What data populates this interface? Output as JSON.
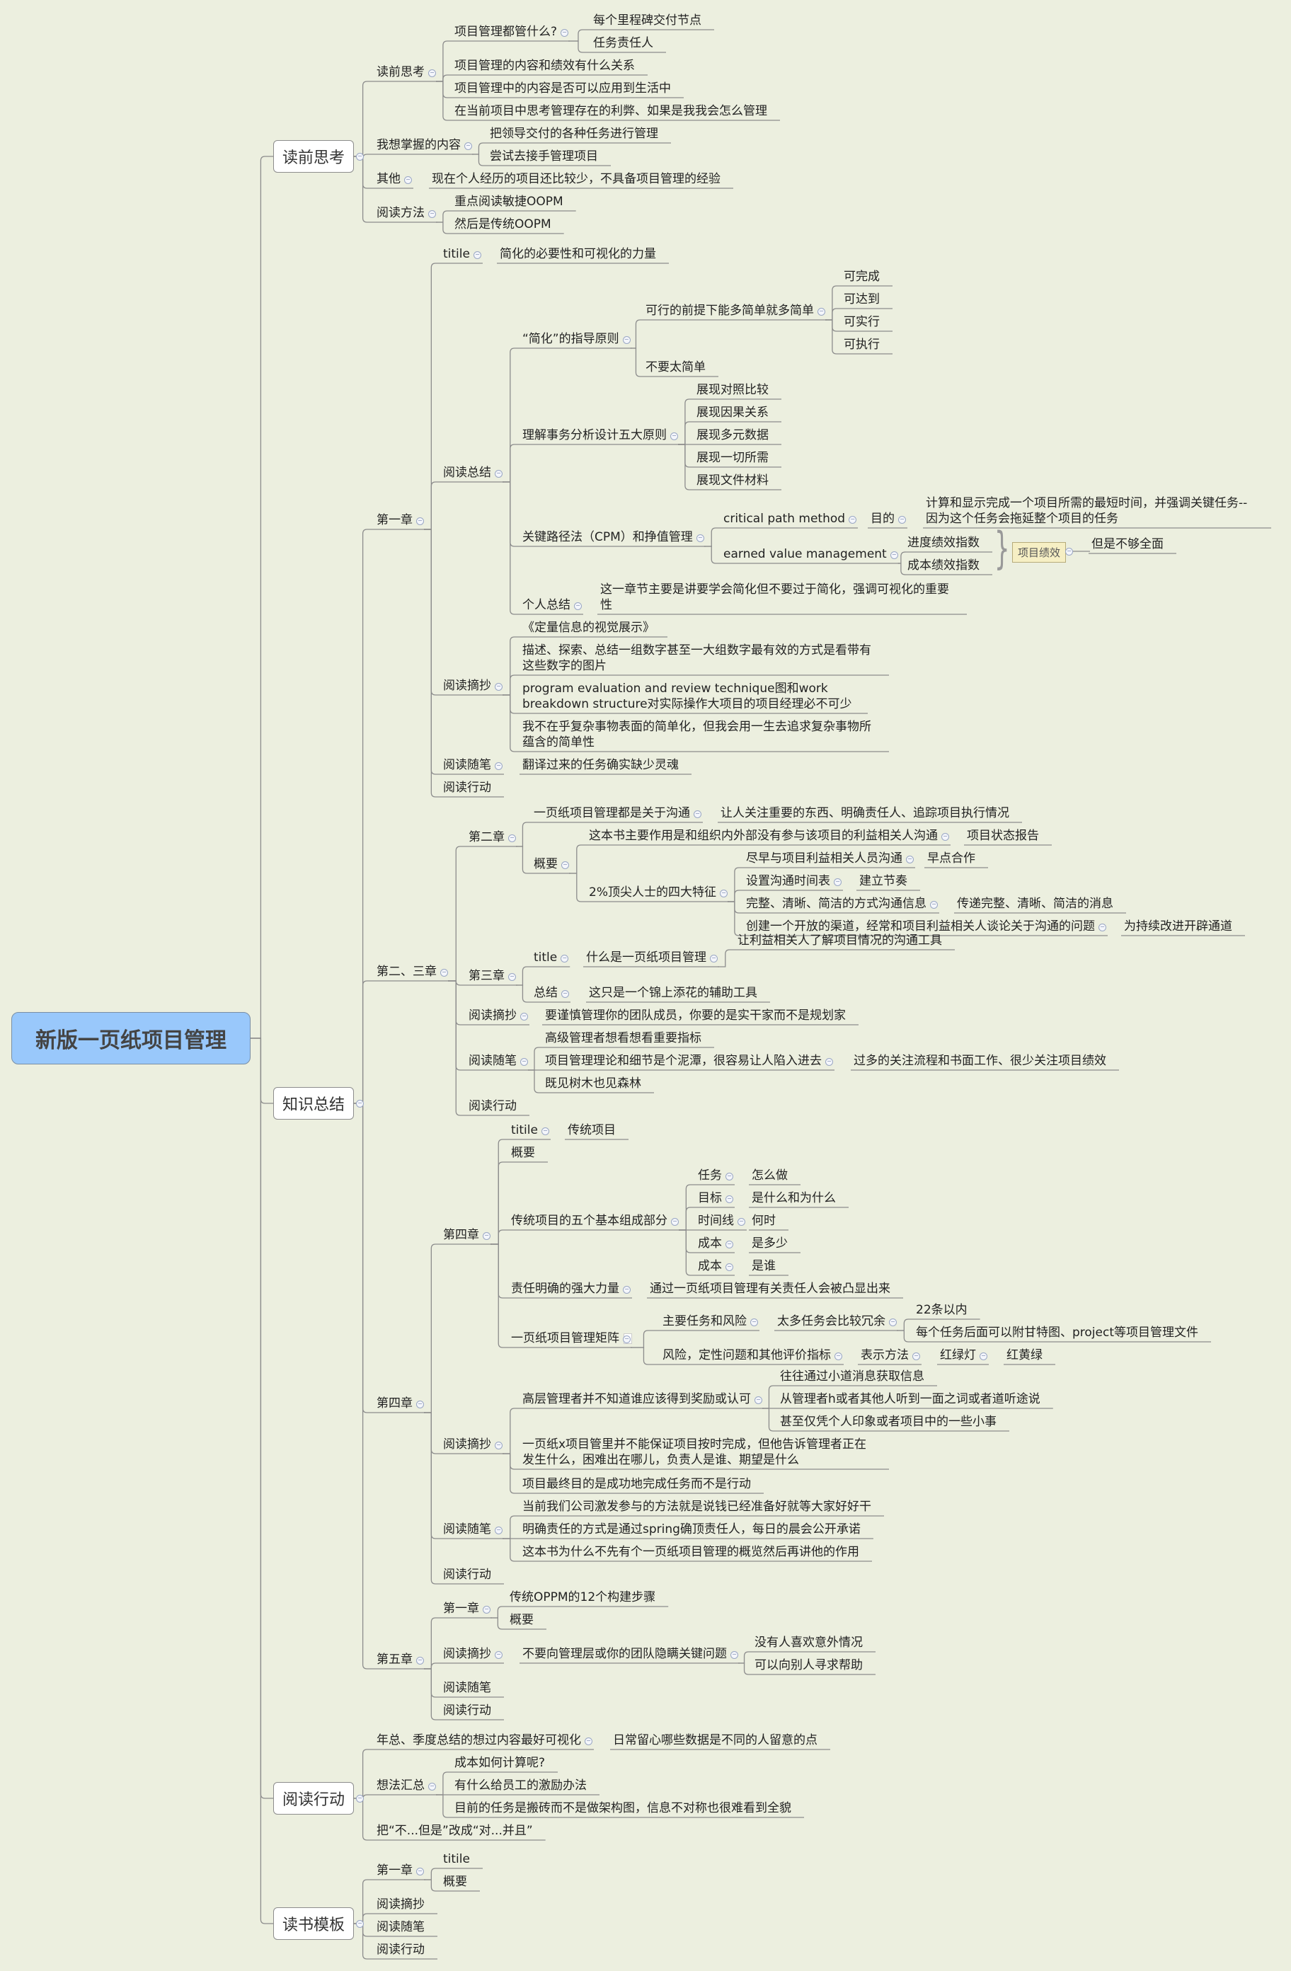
{
  "root": {
    "label": "新版一页纸项目管理"
  },
  "colors": {
    "background": "#ecefdf",
    "root_fill": "#99c8fb",
    "tag_fill": "#f6efc4",
    "line": "#8c8c8c"
  },
  "branches": {
    "pre_reading": {
      "label": "读前思考",
      "items": {
        "thinking": {
          "label": "读前思考",
          "q1": "项目管理都管什么?",
          "q1_a": "每个里程碑交付节点",
          "q1_b": "任务责任人",
          "q2": "项目管理的内容和绩效有什么关系",
          "q3": "项目管理中的内容是否可以应用到生活中",
          "q4": "在当前项目中思考管理存在的利弊、如果是我我会怎么管理"
        },
        "want": {
          "label": "我想掌握的内容",
          "a": "把领导交付的各种任务进行管理",
          "b": "尝试去接手管理项目"
        },
        "other": {
          "label": "其他",
          "a": "现在个人经历的项目还比较少，不具备项目管理的经验"
        },
        "method": {
          "label": "阅读方法",
          "a": "重点阅读敏捷OOPM",
          "b": "然后是传统OOPM"
        }
      }
    },
    "knowledge": {
      "label": "知识总结",
      "ch1": {
        "label": "第一章",
        "title_key": "titile",
        "title_val": "简化的必要性和可视化的力量",
        "summary": {
          "label": "阅读总结",
          "simplify": {
            "label": "“简化”的指导原则",
            "feasible": "可行的前提下能多简单就多简单",
            "feasible_items": [
              "可完成",
              "可达到",
              "可实行",
              "可执行"
            ],
            "not_too": "不要太简单"
          },
          "five": {
            "label": "理解事务分析设计五大原则",
            "items": [
              "展现对照比较",
              "展现因果关系",
              "展现多元数据",
              "展现一切所需",
              "展现文件材料"
            ]
          },
          "cpm": {
            "label": "关键路径法（CPM）和挣值管理",
            "critical": "critical path method",
            "purpose": "目的",
            "purpose_text": "计算和显示完成一个项目所需的最短时间，并强调关键任务--因为这个任务会拖延整个项目的任务",
            "earned": "earned value management",
            "indices": [
              "进度绩效指数",
              "成本绩效指数"
            ],
            "tag": "项目绩效",
            "tag_note": "但是不够全面"
          },
          "personal": {
            "label": "个人总结",
            "text": "这一章节主要是讲要学会简化但不要过于简化，强调可视化的重要性"
          }
        },
        "excerpt": {
          "label": "阅读摘抄",
          "items": [
            "《定量信息的视觉展示》",
            "描述、探索、总结一组数字甚至一大组数字最有效的方式是看带有这些数字的图片",
            "program evaluation and review technique图和work breakdown structure对实际操作大项目的项目经理必不可少",
            "我不在乎复杂事物表面的简单化，但我会用一生去追求复杂事物所蕴含的简单性"
          ]
        },
        "notes": {
          "label": "阅读随笔",
          "text": "翻译过来的任务确实缺少灵魂"
        },
        "action": {
          "label": "阅读行动"
        }
      },
      "ch23": {
        "label": "第二、三章",
        "ch2": {
          "label": "第二章",
          "comm": "一页纸项目管理都是关于沟通",
          "comm_val": "让人关注重要的东西、明确责任人、追踪项目执行情况",
          "overview": {
            "label": "概要",
            "purpose": "这本书主要作用是和组织内外部没有参与该项目的利益相关人沟通",
            "purpose_val": "项目状态报告",
            "traits": {
              "label": "2%顶尖人士的四大特征",
              "items": [
                {
                  "k": "尽早与项目利益相关人员沟通",
                  "v": "早点合作"
                },
                {
                  "k": "设置沟通时间表",
                  "v": "建立节奏"
                },
                {
                  "k": "完整、清晰、简洁的方式沟通信息",
                  "v": "传递完整、清晰、简洁的消息"
                },
                {
                  "k": "创建一个开放的渠道，经常和项目利益相关人谈论关于沟通的问题",
                  "v": "为持续改进开辟通道"
                }
              ]
            }
          }
        },
        "ch3": {
          "label": "第三章",
          "title_key": "title",
          "title_val": "什么是一页纸项目管理",
          "title_sub": "让利益相关人了解项目情况的沟通工具",
          "sum_key": "总结",
          "sum_val": "这只是一个锦上添花的辅助工具"
        },
        "excerpt": {
          "label": "阅读摘抄",
          "text": "要谨慎管理你的团队成员，你要的是实干家而不是规划家"
        },
        "notes": {
          "label": "阅读随笔",
          "a": "高级管理者想看想看重要指标",
          "b": "项目管理理论和细节是个泥潭，很容易让人陷入进去",
          "b_val": "过多的关注流程和书面工作、很少关注项目绩效",
          "c": "既见树木也见森林"
        },
        "action": {
          "label": "阅读行动"
        }
      },
      "ch4": {
        "label": "第四章",
        "ch4node": {
          "label": "第四章",
          "title_key": "titile",
          "title_val": "传统项目",
          "overview": "概要",
          "five": {
            "label": "传统项目的五个基本组成部分",
            "items": [
              {
                "k": "任务",
                "v": "怎么做"
              },
              {
                "k": "目标",
                "v": "是什么和为什么"
              },
              {
                "k": "时间线",
                "v": "何时"
              },
              {
                "k": "成本",
                "v": "是多少"
              },
              {
                "k": "成本",
                "v": "是谁"
              }
            ]
          },
          "resp": "责任明确的强大力量",
          "resp_val": "通过一页纸项目管理有关责任人会被凸显出来",
          "matrix": {
            "label": "一页纸项目管理矩阵",
            "main": "主要任务和风险",
            "main_val": "太多任务会比较冗余",
            "main_a": "22条以内",
            "main_b": "每个任务后面可以附甘特图、project等项目管理文件",
            "risk": "风险，定性问题和其他评价指标",
            "risk_method": "表示方法",
            "risk_v1": "红绿灯",
            "risk_v2": "红黄绿"
          }
        },
        "excerpt": {
          "label": "阅读摘抄",
          "senior": "高层管理者并不知道谁应该得到奖励或认可",
          "senior_items": [
            "往往通过小道消息获取信息",
            "从管理者h或者其他人听到一面之词或者道听途说",
            "甚至仅凭个人印象或者项目中的一些小事"
          ],
          "b": "一页纸x项目管里并不能保证项目按时完成，但他告诉管理者正在发生什么，困难出在哪儿，负责人是谁、期望是什么",
          "c": "项目最终目的是成功地完成任务而不是行动"
        },
        "notes": {
          "label": "阅读随笔",
          "items": [
            "当前我们公司激发参与的方法就是说钱已经准备好就等大家好好干",
            "明确责任的方式是通过spring确顶责任人，每日的晨会公开承诺",
            "这本书为什么不先有个一页纸项目管理的概览然后再讲他的作用"
          ]
        },
        "action": {
          "label": "阅读行动"
        }
      },
      "ch5": {
        "label": "第五章",
        "ch1": {
          "label": "第一章",
          "a": "传统OPPM的12个构建步骤",
          "b": "概要"
        },
        "excerpt": {
          "label": "阅读摘抄",
          "text": "不要向管理层或你的团队隐瞒关键问题",
          "a": "没有人喜欢意外情况",
          "b": "可以向别人寻求帮助"
        },
        "notes": {
          "label": "阅读随笔"
        },
        "action": {
          "label": "阅读行动"
        }
      }
    },
    "action": {
      "label": "阅读行动",
      "a": "年总、季度总结的想过内容最好可视化",
      "a_val": "日常留心哪些数据是不同的人留意的点",
      "ideas": {
        "label": "想法汇总",
        "items": [
          "成本如何计算呢?",
          "有什么给员工的激励办法",
          "目前的任务是搬砖而不是做架构图，信息不对称也很难看到全貌"
        ]
      },
      "b": "把“不...但是”改成“对...并且”"
    },
    "template": {
      "label": "读书模板",
      "ch1": {
        "label": "第一章",
        "a": "titile",
        "b": "概要"
      },
      "items": [
        "阅读摘抄",
        "阅读随笔",
        "阅读行动"
      ]
    }
  }
}
